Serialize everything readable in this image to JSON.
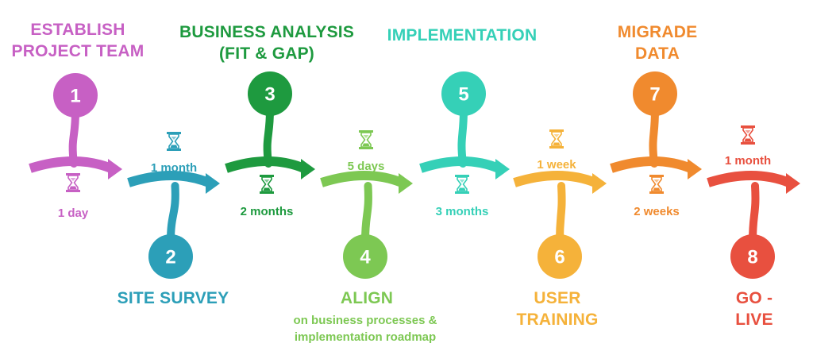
{
  "steps": [
    {
      "number": "1",
      "title": "ESTABLISH\nPROJECT TEAM",
      "subtitle": "",
      "duration": "1 day",
      "color": "#c760c4"
    },
    {
      "number": "2",
      "title": "SITE SURVEY",
      "subtitle": "",
      "duration": "1 month",
      "color": "#2c9fb8"
    },
    {
      "number": "3",
      "title": "BUSINESS ANALYSIS\n(FIT & GAP)",
      "subtitle": "",
      "duration": "2 months",
      "color": "#1e9a3f"
    },
    {
      "number": "4",
      "title": "ALIGN",
      "subtitle": "on business processes &\nimplementation roadmap",
      "duration": "5 days",
      "color": "#7dc853"
    },
    {
      "number": "5",
      "title": "IMPLEMENTATION",
      "subtitle": "",
      "duration": "3 months",
      "color": "#35d0b7"
    },
    {
      "number": "6",
      "title": "USER\nTRAINING",
      "subtitle": "",
      "duration": "1 week",
      "color": "#f5b23a"
    },
    {
      "number": "7",
      "title": "MIGRADE\nDATA",
      "subtitle": "",
      "duration": "2 weeks",
      "color": "#f08a2e"
    },
    {
      "number": "8",
      "title": "GO - LIVE",
      "subtitle": "",
      "duration": "1 month",
      "color": "#e8503f"
    }
  ],
  "icons": {
    "duration": "hourglass-icon"
  }
}
